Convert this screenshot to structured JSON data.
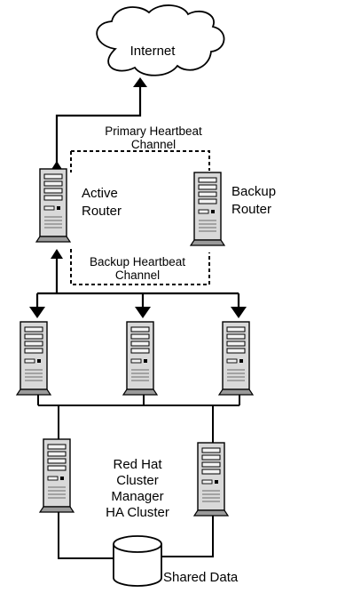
{
  "colors": {
    "background": "#ffffff",
    "stroke": "#000000",
    "server_body": "#d9d9d9",
    "server_slot": "#f2f2f2"
  },
  "labels": {
    "internet": "Internet",
    "primary_heartbeat_line1": "Primary Heartbeat",
    "primary_heartbeat_line2": "Channel",
    "active_router_line1": "Active",
    "active_router_line2": "Router",
    "backup_router_line1": "Backup",
    "backup_router_line2": "Router",
    "backup_heartbeat_line1": "Backup Heartbeat",
    "backup_heartbeat_line2": "Channel",
    "cluster_line1": "Red Hat",
    "cluster_line2": "Cluster",
    "cluster_line3": "Manager",
    "cluster_line4": "HA Cluster",
    "shared_data": "Shared Data"
  },
  "icons": {
    "cloud": "cloud-icon",
    "server": "server-tower-icon",
    "storage": "database-cylinder-icon"
  }
}
